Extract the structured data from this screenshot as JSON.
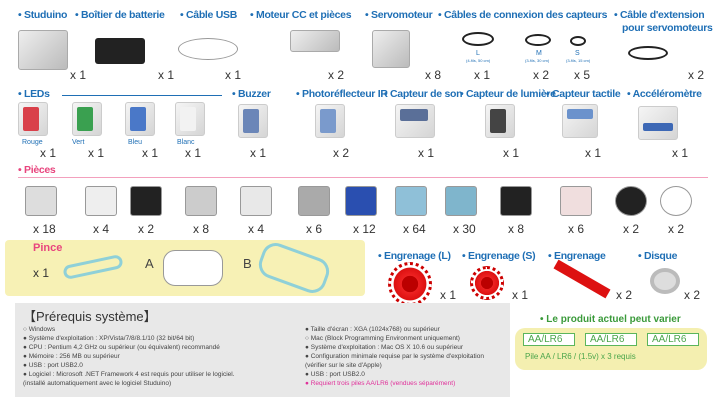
{
  "row1": [
    {
      "label": "• Studuino",
      "qty": "x 1"
    },
    {
      "label": "• Boîtier de batterie",
      "qty": "x 1"
    },
    {
      "label": "• Câble USB",
      "qty": "x 1"
    },
    {
      "label": "• Moteur CC et pièces",
      "qty": "x 2"
    },
    {
      "label": "• Servomoteur",
      "qty": "x 8"
    },
    {
      "label": "• Câbles de connexion des capteurs"
    },
    {
      "label": "• Câble d'extension",
      "label2": "pour servomoteurs",
      "qty": "x 2"
    }
  ],
  "sensor_cables": [
    {
      "size": "L",
      "spec": "(4-fils, 50 cm)",
      "qty": "x 1"
    },
    {
      "size": "M",
      "spec": "(3-fils, 30 cm)",
      "qty": "x 2"
    },
    {
      "size": "S",
      "spec": "(3-fils, 15 cm)",
      "qty": "x 5"
    }
  ],
  "leds": {
    "label": "• LEDs",
    "items": [
      {
        "name": "Rouge",
        "qty": "x 1",
        "color": "#d9404a"
      },
      {
        "name": "Vert",
        "qty": "x 1",
        "color": "#3aa050"
      },
      {
        "name": "Bleu",
        "qty": "x 1",
        "color": "#4a78c8"
      },
      {
        "name": "Blanc",
        "qty": "x 1",
        "color": "#f2f2f2"
      }
    ]
  },
  "sensors": [
    {
      "label": "• Buzzer",
      "qty": "x 1"
    },
    {
      "label": "• Photoréflecteur IR",
      "qty": "x 2"
    },
    {
      "label": "• Capteur de son",
      "qty": "x 1"
    },
    {
      "label": "• Capteur de lumière",
      "qty": "x 1"
    },
    {
      "label": "• Capteur tactile",
      "qty": "x 1"
    },
    {
      "label": "• Accéléromètre",
      "qty": "x 1"
    }
  ],
  "pieces": {
    "label": "• Pièces",
    "qtys": [
      "x 18",
      "x 4",
      "x 2",
      "x 8",
      "x 4",
      "x 6",
      "x 12",
      "x 64",
      "x 30",
      "x 8",
      "x 6",
      "x 2",
      "x 2"
    ]
  },
  "pince": {
    "label": "Pince",
    "qty": "x 1",
    "step_a": "A",
    "step_b": "B"
  },
  "gears": [
    {
      "label": "• Engrenage  (L)",
      "qty": "x 1"
    },
    {
      "label": "• Engrenage  (S)",
      "qty": "x 1"
    },
    {
      "label": "• Engrenage",
      "qty": "x 2"
    },
    {
      "label": "• Disque",
      "qty": "x 2"
    }
  ],
  "requirements": {
    "title": "【Prérequis système】",
    "left": [
      "○ Windows",
      "● Système d'exploitation : XP/Vista/7/8/8.1/10 (32 bit/64 bit)",
      "● CPU : Pentium 4,2 GHz ou supérieur (ou équivalent) recommandé",
      "● Mémoire : 256 MB ou supérieur",
      "● USB : port USB2.0",
      "● Logiciel : Microsoft .NET Framework 4 est requis pour utiliser le logiciel.",
      "  (installé automatiquement avec le logiciel Studuino)"
    ],
    "right": [
      "● Taille d'écran : XGA (1024x768) ou supérieur",
      "○ Mac (Block Programming Environment uniquement)",
      "● Système d'exploitation : Mac OS X 10.6 ou supérieur",
      "● Configuration minimale requise par le système d'exploitation",
      "  (vérifier sur le site d'Apple)",
      "● USB : port USB2.0"
    ],
    "note": "● Requiert trois piles AA/LR6 (vendues séparément)"
  },
  "product_note": "• Le produit actuel peut varier",
  "batteries": {
    "cells": [
      "AA/LR6",
      "AA/LR6",
      "AA/LR6"
    ],
    "caption": "Pile AA / LR6 / (1.5v) x 3 requis"
  }
}
